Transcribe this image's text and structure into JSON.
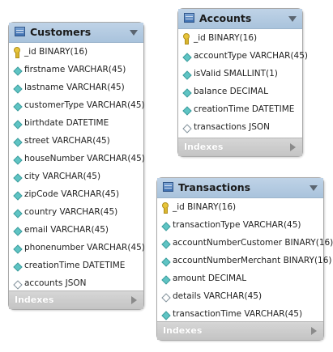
{
  "tables": {
    "customers": {
      "name": "Customers",
      "indexes_label": "Indexes",
      "columns": [
        {
          "text": "_id BINARY(16)",
          "icon": "primary-key-icon"
        },
        {
          "text": "firstname VARCHAR(45)",
          "icon": "column-diamond-icon"
        },
        {
          "text": "lastname VARCHAR(45)",
          "icon": "column-diamond-icon"
        },
        {
          "text": "customerType VARCHAR(45)",
          "icon": "column-diamond-icon"
        },
        {
          "text": "birthdate DATETIME",
          "icon": "column-diamond-icon"
        },
        {
          "text": "street VARCHAR(45)",
          "icon": "column-diamond-icon"
        },
        {
          "text": "houseNumber VARCHAR(45)",
          "icon": "column-diamond-icon"
        },
        {
          "text": "city VARCHAR(45)",
          "icon": "column-diamond-icon"
        },
        {
          "text": "zipCode VARCHAR(45)",
          "icon": "column-diamond-icon"
        },
        {
          "text": "country VARCHAR(45)",
          "icon": "column-diamond-icon"
        },
        {
          "text": "email VARCHAR(45)",
          "icon": "column-diamond-icon"
        },
        {
          "text": "phonenumber VARCHAR(45)",
          "icon": "column-diamond-icon"
        },
        {
          "text": "creationTime DATETIME",
          "icon": "column-diamond-icon"
        },
        {
          "text": "accounts JSON",
          "icon": "nullable-diamond-icon"
        }
      ]
    },
    "accounts": {
      "name": "Accounts",
      "indexes_label": "Indexes",
      "columns": [
        {
          "text": "_id BINARY(16)",
          "icon": "primary-key-icon"
        },
        {
          "text": "accountType VARCHAR(45)",
          "icon": "column-diamond-icon"
        },
        {
          "text": "isValid SMALLINT(1)",
          "icon": "column-diamond-icon"
        },
        {
          "text": "balance DECIMAL",
          "icon": "column-diamond-icon"
        },
        {
          "text": "creationTime DATETIME",
          "icon": "column-diamond-icon"
        },
        {
          "text": "transactions JSON",
          "icon": "nullable-diamond-icon"
        }
      ]
    },
    "transactions": {
      "name": "Transactions",
      "indexes_label": "Indexes",
      "columns": [
        {
          "text": "_id BINARY(16)",
          "icon": "primary-key-icon"
        },
        {
          "text": "transactionType VARCHAR(45)",
          "icon": "column-diamond-icon"
        },
        {
          "text": "accountNumberCustomer BINARY(16)",
          "icon": "column-diamond-icon"
        },
        {
          "text": "accountNumberMerchant BINARY(16)",
          "icon": "column-diamond-icon"
        },
        {
          "text": "amount DECIMAL",
          "icon": "column-diamond-icon"
        },
        {
          "text": "details VARCHAR(45)",
          "icon": "nullable-diamond-icon"
        },
        {
          "text": "transactionTime VARCHAR(45)",
          "icon": "column-diamond-icon"
        }
      ]
    }
  },
  "colors": {
    "header": "#a9c3dc",
    "indexes_bar": "#c4c4c4",
    "column_icon": "#5fc4c4",
    "key_icon": "#e7c43a"
  }
}
